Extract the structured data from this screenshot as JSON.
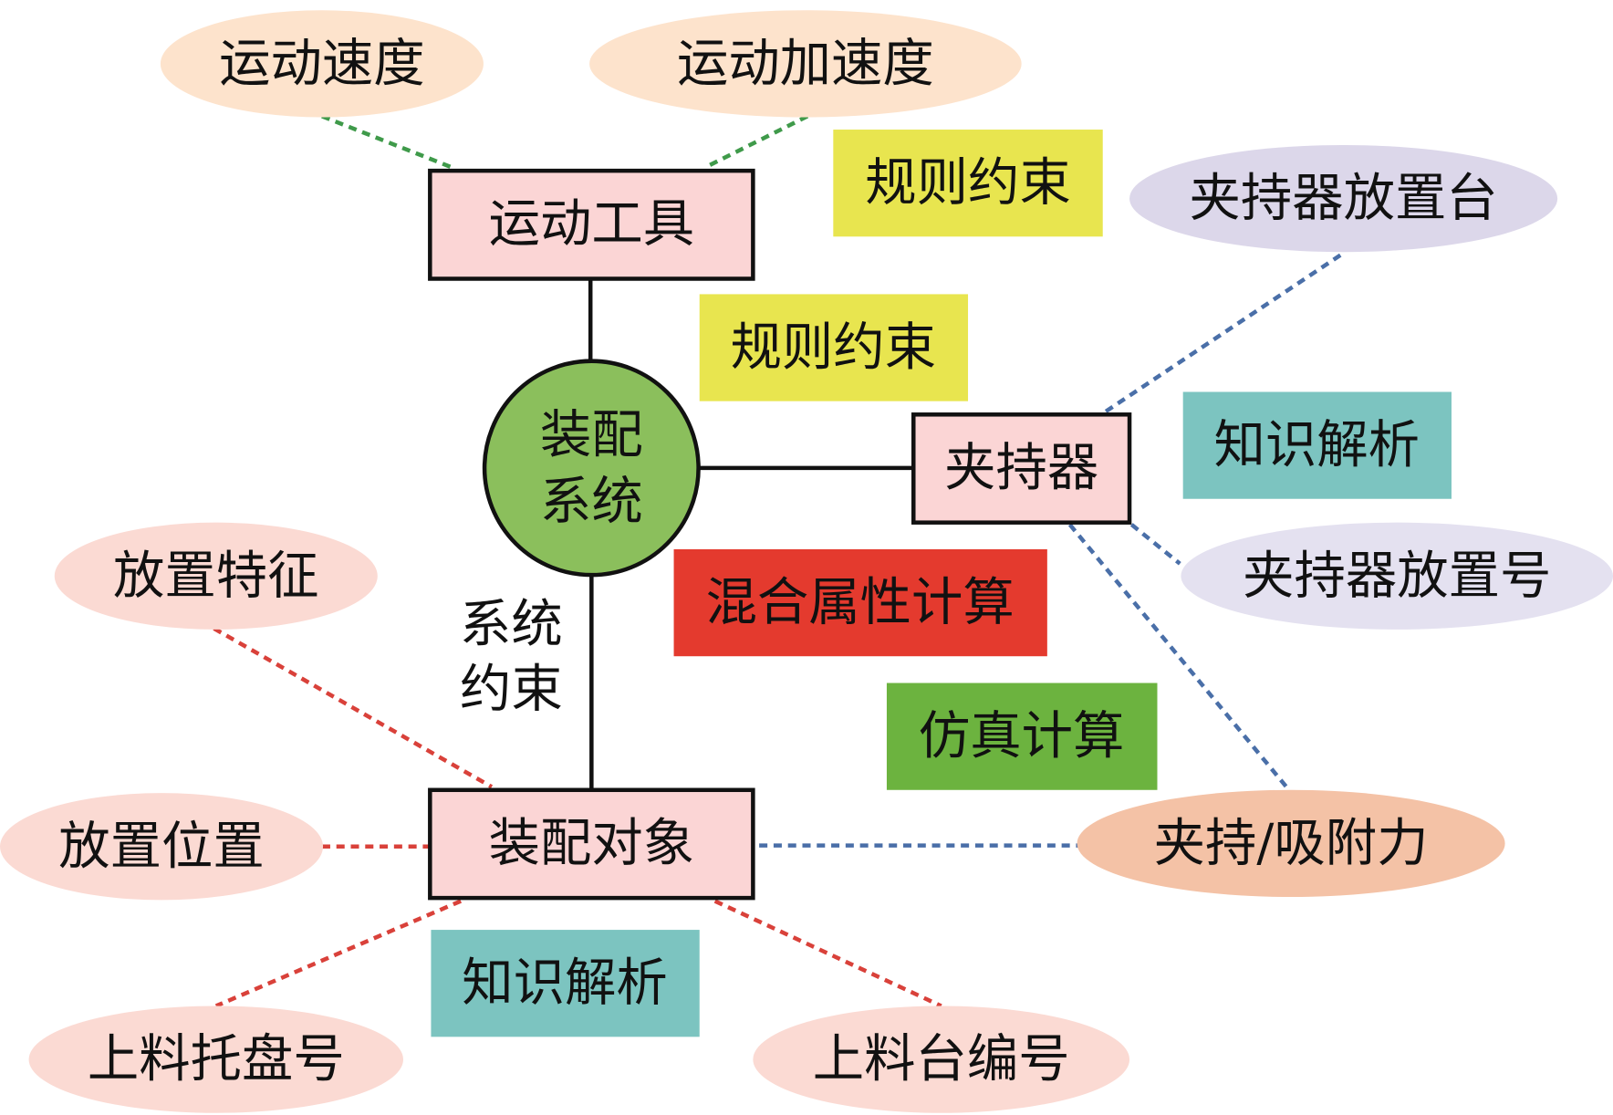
{
  "colors": {
    "box_fill": "#fbd5d5",
    "core_fill": "#8bbf5c",
    "rule_fill": "#e8e54f",
    "knowledge_fill": "#7cc4c0",
    "mixed_fill": "#e43a2e",
    "sim_fill": "#6cb33f",
    "green_dash": "#3f9a4a",
    "blue_dash": "#4a6fa8",
    "red_dash": "#d9413a"
  },
  "core": {
    "line1": "装配",
    "line2": "系统"
  },
  "nodes": {
    "tool": "运动工具",
    "gripper": "夹持器",
    "object": "装配对象"
  },
  "system_constraint": {
    "line1": "系统",
    "line2": "约束"
  },
  "tags": {
    "rule_top": "规则约束",
    "rule_mid": "规则约束",
    "knowledge_right": "知识解析",
    "mixed": "混合属性计算",
    "simulation": "仿真计算",
    "knowledge_bottom": "知识解析"
  },
  "attributes": {
    "speed": "运动速度",
    "acceleration": "运动加速度",
    "gripper_stand": "夹持器放置台",
    "gripper_slot": "夹持器放置号",
    "place_feature": "放置特征",
    "place_position": "放置位置",
    "grip_force": "夹持/吸附力",
    "tray_number": "上料托盘号",
    "station_number": "上料台编号"
  }
}
